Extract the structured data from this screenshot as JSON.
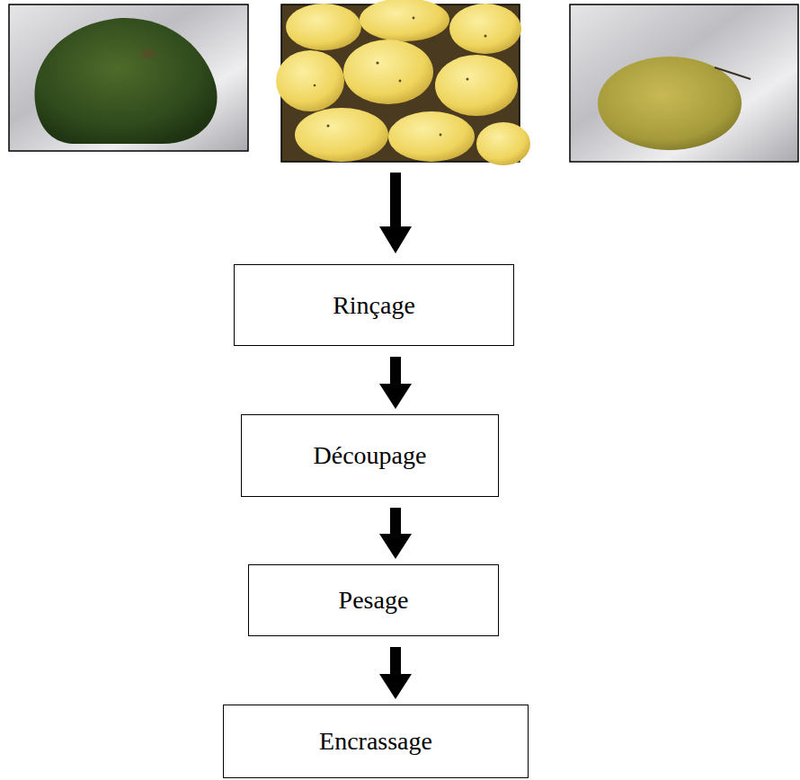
{
  "diagram": {
    "nodes": [
      {
        "text": [
          "Rinçage"
        ]
      },
      {
        "text": [
          "Découpage"
        ]
      },
      {
        "text": [
          "Pesage"
        ]
      },
      {
        "text": [
          "Encrassage"
        ]
      }
    ],
    "edges": [
      {
        "from": 0,
        "to": 1,
        "arrow": "to"
      },
      {
        "from": 1,
        "to": 2,
        "arrow": "to"
      },
      {
        "from": 2,
        "to": 3,
        "arrow": "to"
      }
    ]
  }
}
